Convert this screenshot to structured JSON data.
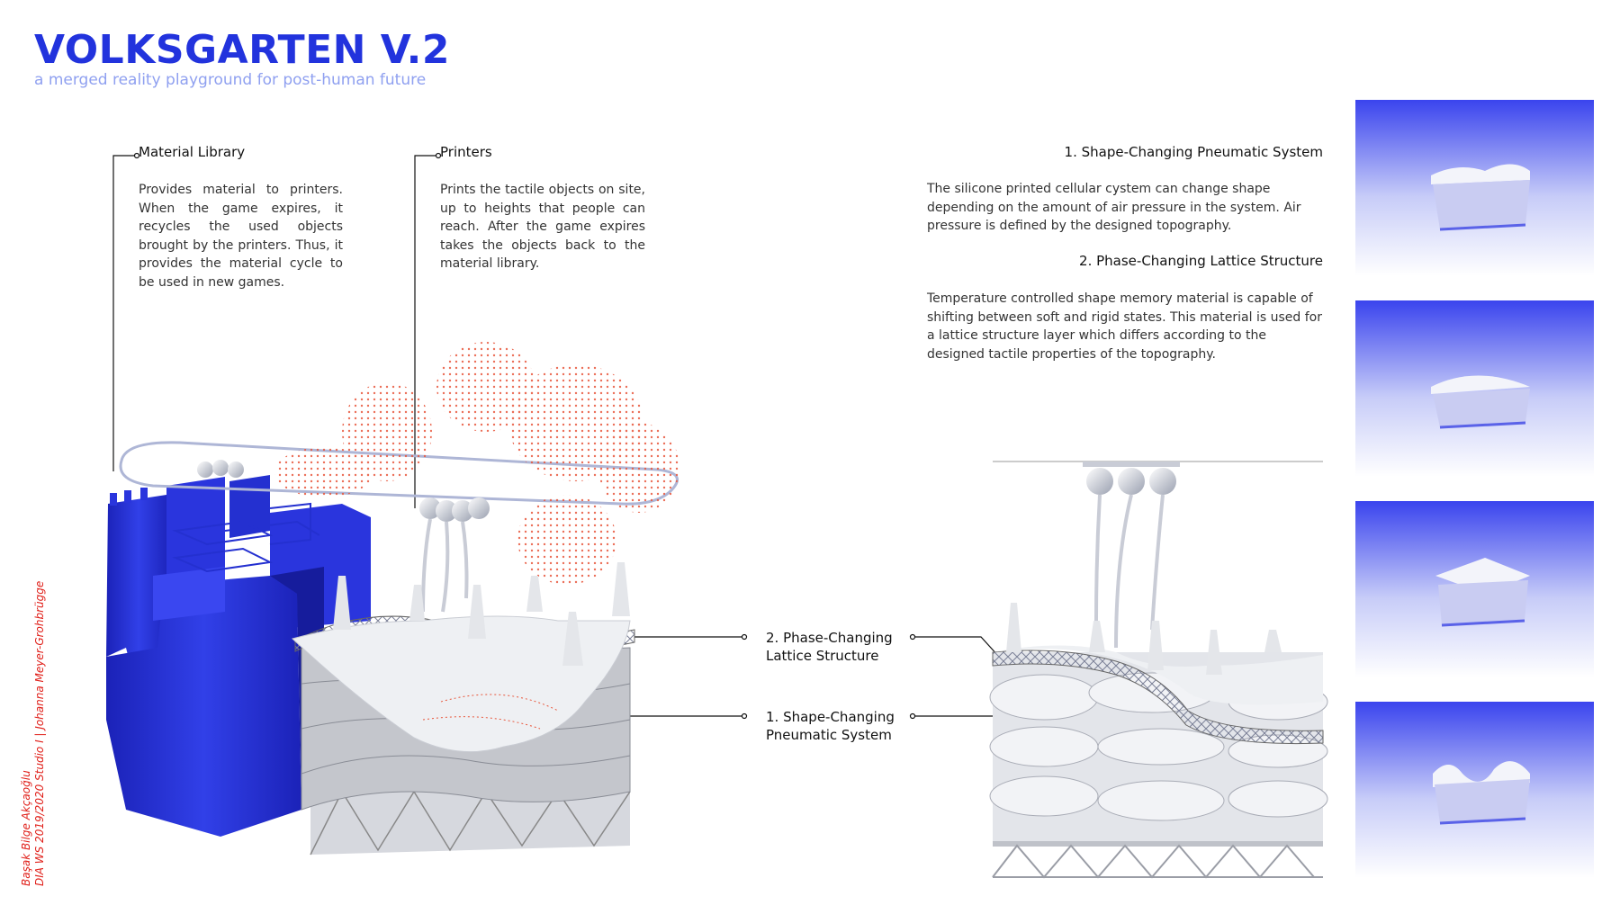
{
  "header": {
    "title": "VOLKSGARTEN V.2",
    "subtitle": "a merged reality playground for post-human future"
  },
  "left_annotations": [
    {
      "heading": "Material Library",
      "text": "Provides material to printers. When the game expires, it recycles the used objects brought by the printers. Thus, it provides the material cycle to be used in new games."
    },
    {
      "heading": "Printers",
      "text": "Prints the tactile objects on site, up to heights that people can reach. After the game expires takes the objects back to the material library."
    }
  ],
  "right_text": [
    {
      "heading": "1. Shape-Changing Pneumatic System",
      "text": "The silicone printed cellular cystem can change shape depending on the amount of air pressure in the system. Air pressure is defined by the designed topography."
    },
    {
      "heading": "2. Phase-Changing Lattice Structure",
      "text": "Temperature controlled shape memory material is capable of shifting between soft and rigid states. This material is used for a lattice structure layer which differs according to the designed tactile properties of the topography."
    }
  ],
  "callouts": {
    "lattice": [
      "2. Phase-Changing",
      "Lattice Structure"
    ],
    "pneumatic": [
      "1. Shape-Changing",
      "Pneumatic System"
    ]
  },
  "credits": {
    "line1": "Başak Bilge Akçaoğlu",
    "line2": "DIA WS 2019/2020 Studio I  |  Johanna Meyer-Grohbrügge"
  },
  "colors": {
    "brand_blue": "#2233dd",
    "subtitle_blue": "#8fa0f0",
    "credit_red": "#e0201a",
    "tree_red": "#e8553a"
  }
}
